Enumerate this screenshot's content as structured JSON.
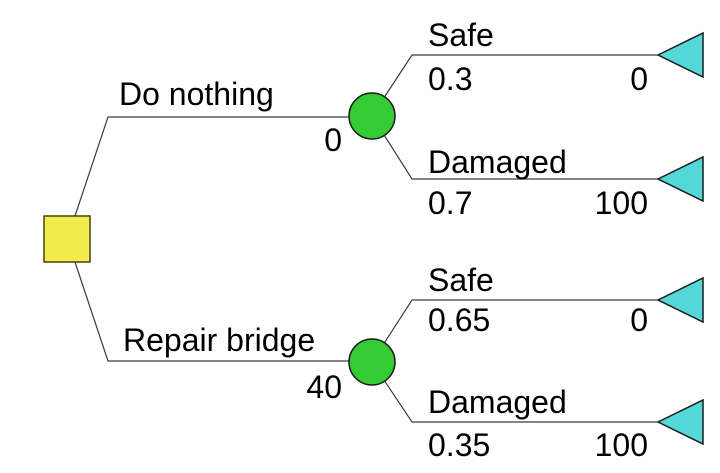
{
  "diagram": {
    "type": "decision-tree",
    "root": {
      "node": "decision",
      "branches": [
        {
          "label": "Do nothing",
          "cost": "0",
          "node": "chance",
          "branches": [
            {
              "label": "Safe",
              "probability": "0.3",
              "value": "0",
              "node": "end"
            },
            {
              "label": "Damaged",
              "probability": "0.7",
              "value": "100",
              "node": "end"
            }
          ]
        },
        {
          "label": "Repair bridge",
          "cost": "40",
          "node": "chance",
          "branches": [
            {
              "label": "Safe",
              "probability": "0.65",
              "value": "0",
              "node": "end"
            },
            {
              "label": "Damaged",
              "probability": "0.35",
              "value": "100",
              "node": "end"
            }
          ]
        }
      ]
    }
  },
  "colors": {
    "decision_node_fill": "#F0EC4F",
    "chance_node_fill": "#33CC33",
    "end_node_fill": "#53D7D7",
    "branch_line": "#3c3c3c",
    "text": "#000000",
    "background": "#FFFFFF"
  }
}
